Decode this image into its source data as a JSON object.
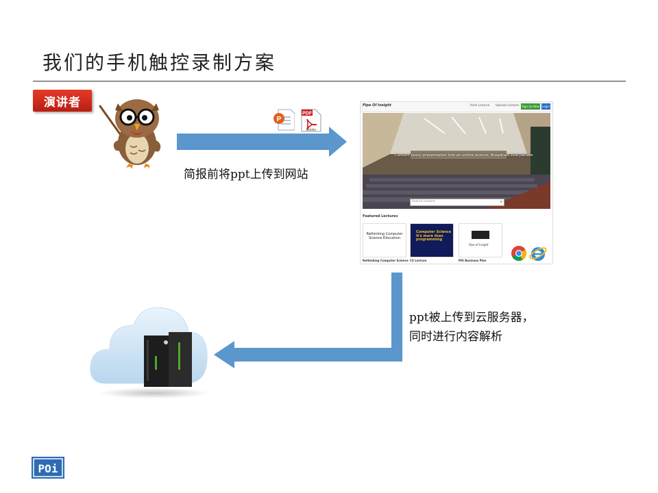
{
  "slide": {
    "title": "我们的手机触控录制方案",
    "badge": "演讲者",
    "caption_upload": "简报前将ppt上传到网站",
    "caption_server_line1": "ppt被上传到云服务器，",
    "caption_server_line2": "同时进行内容解析"
  },
  "website": {
    "brand": "Pipe Of Insight",
    "nav": {
      "host": "Host Lecture",
      "upload": "Upload Lecture",
      "signup": "Sign Up Now",
      "login": "Login"
    },
    "hero_text": "Convert every presentation into an online lecture; Broadcast everywhere",
    "search_placeholder": "Search Lecture",
    "featured_heading": "Featured Lectures",
    "lectures": [
      {
        "caption": "Rethinking Computer Science",
        "thumb_text": "Rethinking Computer Science Education"
      },
      {
        "caption": "CS Lecture",
        "thumb_text": "Computer Science It's more than programming"
      },
      {
        "caption": "POI Business Plan",
        "thumb_text": "Pipe of Insight"
      }
    ]
  },
  "icons": {
    "ppt": "powerpoint-file-icon",
    "pdf": "pdf-file-icon",
    "pdf_label_top": "PDF",
    "pdf_label_bottom": "Adobe"
  },
  "logo": {
    "text": "POi"
  },
  "colors": {
    "arrow": "#5b96cd",
    "badge": "#d22d1e",
    "rule": "#333333"
  }
}
